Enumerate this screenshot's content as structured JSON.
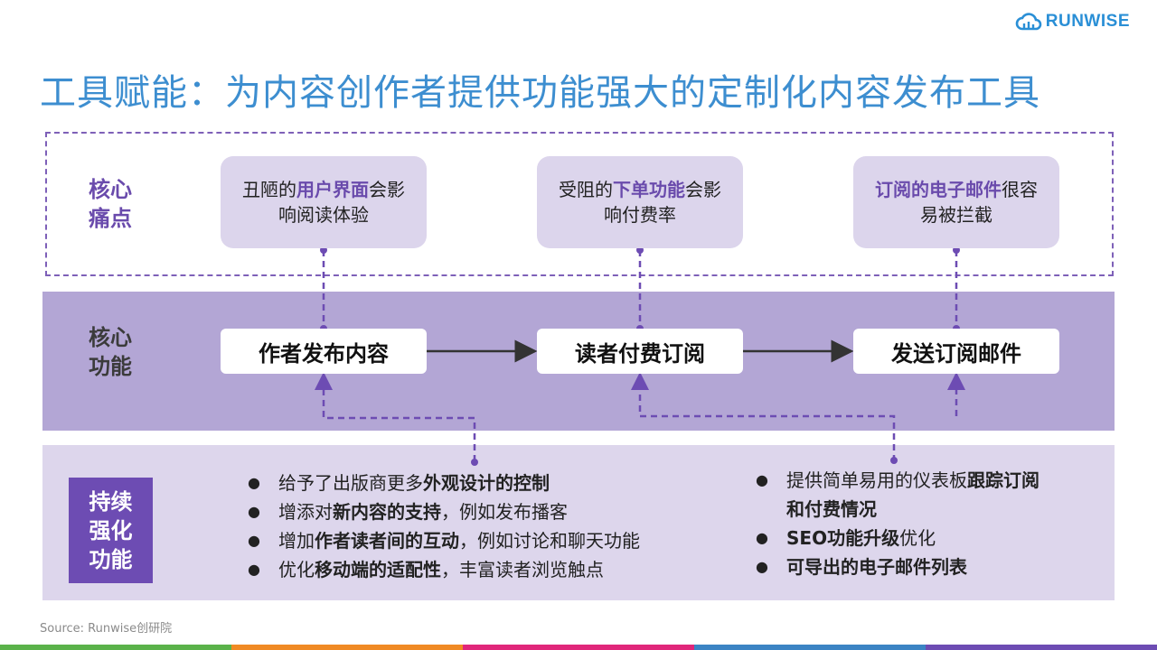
{
  "logo": {
    "text": "RUNWISE",
    "icon": "cloud-logo-icon"
  },
  "title": "工具赋能：为内容创作者提供功能强大的定制化内容发布工具",
  "rows": {
    "pain_label": "核心痛点",
    "core_label": "核心功能",
    "enhance_label": "持续强化功能"
  },
  "pain_points": [
    {
      "pre": "丑陋的",
      "hl": "用户界面",
      "post": "会影响阅读体验"
    },
    {
      "pre": "受阻的",
      "hl": "下单功能",
      "post": "会影响付费率"
    },
    {
      "pre": "",
      "hl": "订阅的电子邮件",
      "post": "很容易被拦截"
    }
  ],
  "functions": [
    "作者发布内容",
    "读者付费订阅",
    "发送订阅邮件"
  ],
  "bullets_left": [
    {
      "pre": "给予了出版商更多",
      "b": "外观设计的控制",
      "post": ""
    },
    {
      "pre": "增添对",
      "b": "新内容的支持",
      "post": "，例如发布播客"
    },
    {
      "pre": "增加",
      "b": "作者读者间的互动",
      "post": "，例如讨论和聊天功能"
    },
    {
      "pre": "优化",
      "b": "移动端的适配性",
      "post": "，丰富读者浏览触点"
    }
  ],
  "bullets_right": [
    {
      "pre": "提供简单易用的仪表板",
      "b": "跟踪订阅和付费情况",
      "post": ""
    },
    {
      "pre": "",
      "b": "SEO功能升级",
      "post": "优化"
    },
    {
      "pre": "",
      "b": "可导出的电子邮件列表",
      "post": ""
    }
  ],
  "source": "Source: Runwise创研院",
  "colors": {
    "title": "#3d8ed0",
    "accent_purple": "#6a4bac",
    "core_band": "#b3a6d5",
    "bottom_band": "#ddd6ec",
    "footer": [
      "#5ab24a",
      "#f08a24",
      "#e0267a",
      "#3b84c4",
      "#6d4cb3"
    ]
  }
}
